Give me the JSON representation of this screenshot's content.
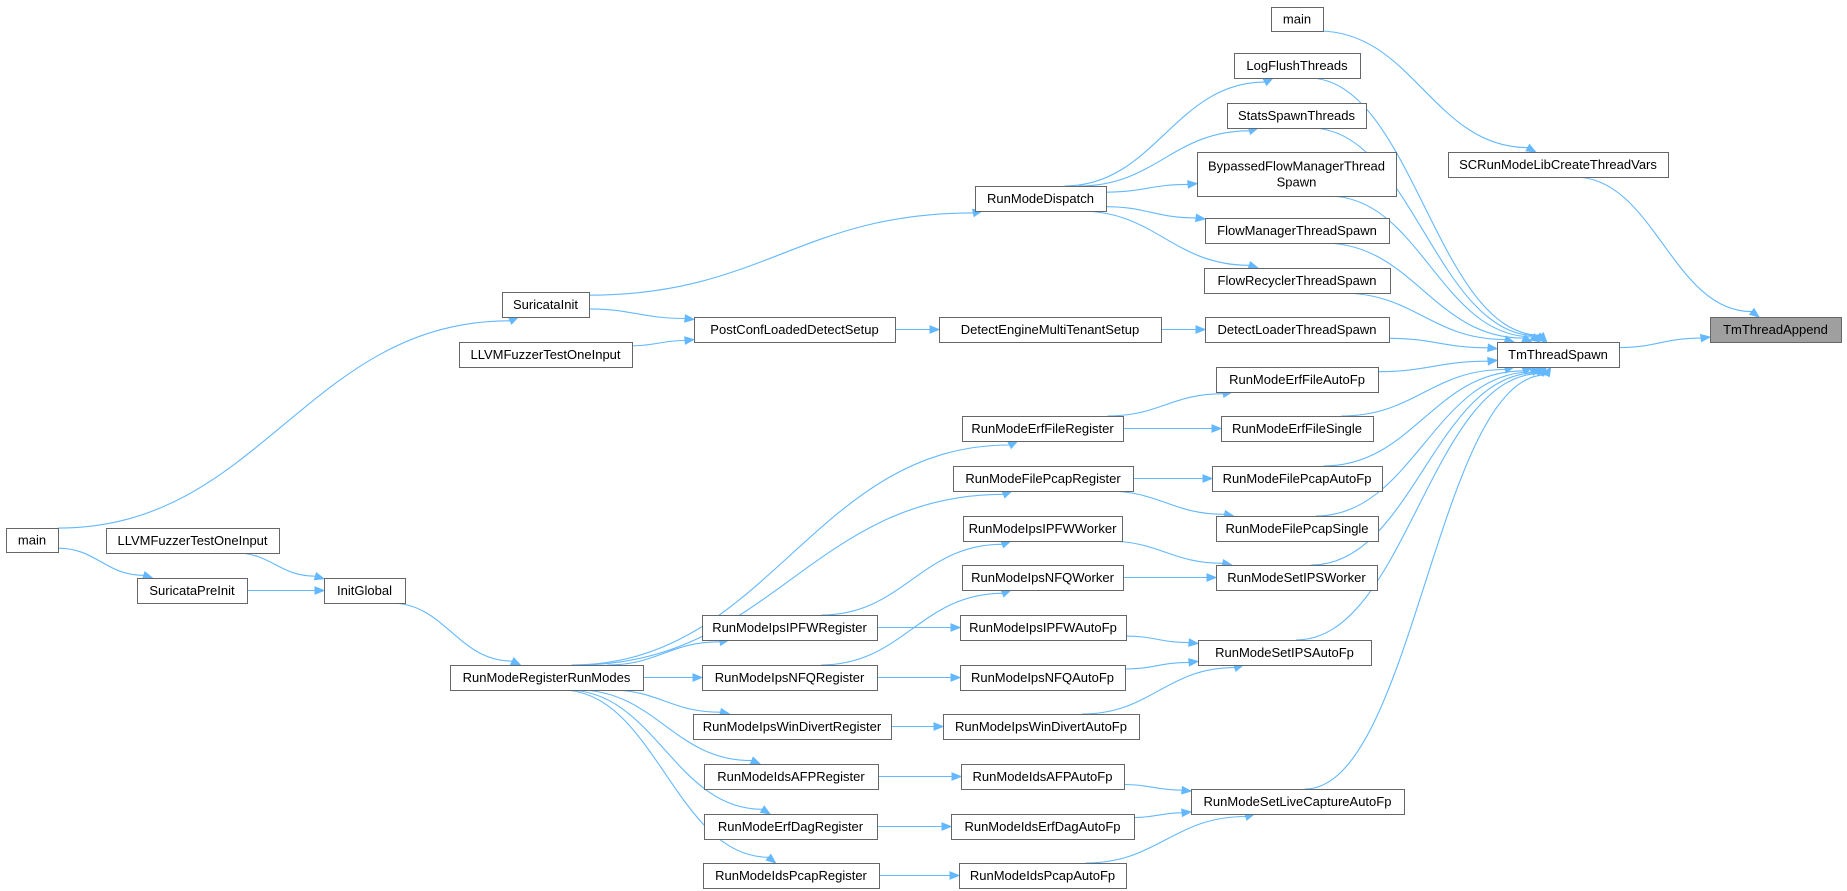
{
  "diagram": {
    "colors": {
      "edge": "#63b8ff",
      "node_border": "#666666",
      "target_fill": "#9f9f9f",
      "background": "#ffffff"
    },
    "nodes": [
      {
        "id": "main_top",
        "lines": [
          "main"
        ]
      },
      {
        "id": "logflush",
        "lines": [
          "LogFlushThreads"
        ]
      },
      {
        "id": "statsspawn",
        "lines": [
          "StatsSpawnThreads"
        ]
      },
      {
        "id": "bypassed",
        "lines": [
          "BypassedFlowManagerThread",
          "Spawn"
        ]
      },
      {
        "id": "flowmgr",
        "lines": [
          "FlowManagerThreadSpawn"
        ]
      },
      {
        "id": "flowrec",
        "lines": [
          "FlowRecyclerThreadSpawn"
        ]
      },
      {
        "id": "detloader",
        "lines": [
          "DetectLoaderThreadSpawn"
        ]
      },
      {
        "id": "scrunmode",
        "lines": [
          "SCRunModeLibCreateThreadVars"
        ]
      },
      {
        "id": "tmspawn",
        "lines": [
          "TmThreadSpawn"
        ]
      },
      {
        "id": "tmappend",
        "lines": [
          "TmThreadAppend"
        ]
      },
      {
        "id": "rmdispatch",
        "lines": [
          "RunModeDispatch"
        ]
      },
      {
        "id": "suricatainit",
        "lines": [
          "SuricataInit"
        ]
      },
      {
        "id": "llvm1",
        "lines": [
          "LLVMFuzzerTestOneInput"
        ]
      },
      {
        "id": "postconf",
        "lines": [
          "PostConfLoadedDetectSetup"
        ]
      },
      {
        "id": "demts",
        "lines": [
          "DetectEngineMultiTenantSetup"
        ]
      },
      {
        "id": "erfautofp",
        "lines": [
          "RunModeErfFileAutoFp"
        ]
      },
      {
        "id": "erfsingle",
        "lines": [
          "RunModeErfFileSingle"
        ]
      },
      {
        "id": "erfreg",
        "lines": [
          "RunModeErfFileRegister"
        ]
      },
      {
        "id": "pcapreg",
        "lines": [
          "RunModeFilePcapRegister"
        ]
      },
      {
        "id": "pcapautofp",
        "lines": [
          "RunModeFilePcapAutoFp"
        ]
      },
      {
        "id": "pcapsingle",
        "lines": [
          "RunModeFilePcapSingle"
        ]
      },
      {
        "id": "ipfwworker",
        "lines": [
          "RunModeIpsIPFWWorker"
        ]
      },
      {
        "id": "nfqworker",
        "lines": [
          "RunModeIpsNFQWorker"
        ]
      },
      {
        "id": "setipsworker",
        "lines": [
          "RunModeSetIPSWorker"
        ]
      },
      {
        "id": "main_left",
        "lines": [
          "main"
        ]
      },
      {
        "id": "llvm2",
        "lines": [
          "LLVMFuzzerTestOneInput"
        ]
      },
      {
        "id": "suripreinit",
        "lines": [
          "SuricataPreInit"
        ]
      },
      {
        "id": "initglobal",
        "lines": [
          "InitGlobal"
        ]
      },
      {
        "id": "ipfwreg",
        "lines": [
          "RunModeIpsIPFWRegister"
        ]
      },
      {
        "id": "ipfwautofp",
        "lines": [
          "RunModeIpsIPFWAutoFp"
        ]
      },
      {
        "id": "setipsautofp",
        "lines": [
          "RunModeSetIPSAutoFp"
        ]
      },
      {
        "id": "rmregister",
        "lines": [
          "RunModeRegisterRunModes"
        ]
      },
      {
        "id": "nfqreg",
        "lines": [
          "RunModeIpsNFQRegister"
        ]
      },
      {
        "id": "nfqautofp",
        "lines": [
          "RunModeIpsNFQAutoFp"
        ]
      },
      {
        "id": "windivreg",
        "lines": [
          "RunModeIpsWinDivertRegister"
        ]
      },
      {
        "id": "windivautofp",
        "lines": [
          "RunModeIpsWinDivertAutoFp"
        ]
      },
      {
        "id": "afpreg",
        "lines": [
          "RunModeIdsAFPRegister"
        ]
      },
      {
        "id": "afpautofp",
        "lines": [
          "RunModeIdsAFPAutoFp"
        ]
      },
      {
        "id": "setlivecap",
        "lines": [
          "RunModeSetLiveCaptureAutoFp"
        ]
      },
      {
        "id": "erfdagreg",
        "lines": [
          "RunModeErfDagRegister"
        ]
      },
      {
        "id": "erfdagautofp",
        "lines": [
          "RunModeIdsErfDagAutoFp"
        ]
      },
      {
        "id": "pcapidsreg",
        "lines": [
          "RunModeIdsPcapRegister"
        ]
      },
      {
        "id": "pcapidsautofp",
        "lines": [
          "RunModeIdsPcapAutoFp"
        ]
      }
    ],
    "edges": [
      [
        "main_top",
        "scrunmode"
      ],
      [
        "scrunmode",
        "tmappend"
      ],
      [
        "tmspawn",
        "tmappend"
      ],
      [
        "logflush",
        "tmspawn"
      ],
      [
        "statsspawn",
        "tmspawn"
      ],
      [
        "bypassed",
        "tmspawn"
      ],
      [
        "flowmgr",
        "tmspawn"
      ],
      [
        "flowrec",
        "tmspawn"
      ],
      [
        "detloader",
        "tmspawn"
      ],
      [
        "erfautofp",
        "tmspawn"
      ],
      [
        "erfsingle",
        "tmspawn"
      ],
      [
        "pcapautofp",
        "tmspawn"
      ],
      [
        "pcapsingle",
        "tmspawn"
      ],
      [
        "setipsworker",
        "tmspawn"
      ],
      [
        "setipsautofp",
        "tmspawn"
      ],
      [
        "setlivecap",
        "tmspawn"
      ],
      [
        "rmdispatch",
        "logflush"
      ],
      [
        "rmdispatch",
        "statsspawn"
      ],
      [
        "rmdispatch",
        "bypassed"
      ],
      [
        "rmdispatch",
        "flowmgr"
      ],
      [
        "rmdispatch",
        "flowrec"
      ],
      [
        "suricatainit",
        "rmdispatch"
      ],
      [
        "main_left",
        "suricatainit"
      ],
      [
        "suricatainit",
        "postconf"
      ],
      [
        "llvm1",
        "postconf"
      ],
      [
        "postconf",
        "demts"
      ],
      [
        "demts",
        "detloader"
      ],
      [
        "erfreg",
        "erfautofp"
      ],
      [
        "erfreg",
        "erfsingle"
      ],
      [
        "pcapreg",
        "pcapautofp"
      ],
      [
        "pcapreg",
        "pcapsingle"
      ],
      [
        "ipfwworker",
        "setipsworker"
      ],
      [
        "nfqworker",
        "setipsworker"
      ],
      [
        "ipfwautofp",
        "setipsautofp"
      ],
      [
        "nfqautofp",
        "setipsautofp"
      ],
      [
        "windivautofp",
        "setipsautofp"
      ],
      [
        "afpautofp",
        "setlivecap"
      ],
      [
        "erfdagautofp",
        "setlivecap"
      ],
      [
        "pcapidsautofp",
        "setlivecap"
      ],
      [
        "main_left",
        "suripreinit"
      ],
      [
        "llvm2",
        "initglobal"
      ],
      [
        "suripreinit",
        "initglobal"
      ],
      [
        "initglobal",
        "rmregister"
      ],
      [
        "rmregister",
        "erfreg"
      ],
      [
        "rmregister",
        "pcapreg"
      ],
      [
        "rmregister",
        "ipfwreg"
      ],
      [
        "rmregister",
        "nfqreg"
      ],
      [
        "rmregister",
        "windivreg"
      ],
      [
        "rmregister",
        "afpreg"
      ],
      [
        "rmregister",
        "erfdagreg"
      ],
      [
        "rmregister",
        "pcapidsreg"
      ],
      [
        "ipfwreg",
        "ipfwworker"
      ],
      [
        "ipfwreg",
        "ipfwautofp"
      ],
      [
        "nfqreg",
        "nfqworker"
      ],
      [
        "nfqreg",
        "nfqautofp"
      ],
      [
        "windivreg",
        "windivautofp"
      ],
      [
        "afpreg",
        "afpautofp"
      ],
      [
        "erfdagreg",
        "erfdagautofp"
      ],
      [
        "pcapidsreg",
        "pcapidsautofp"
      ]
    ]
  }
}
